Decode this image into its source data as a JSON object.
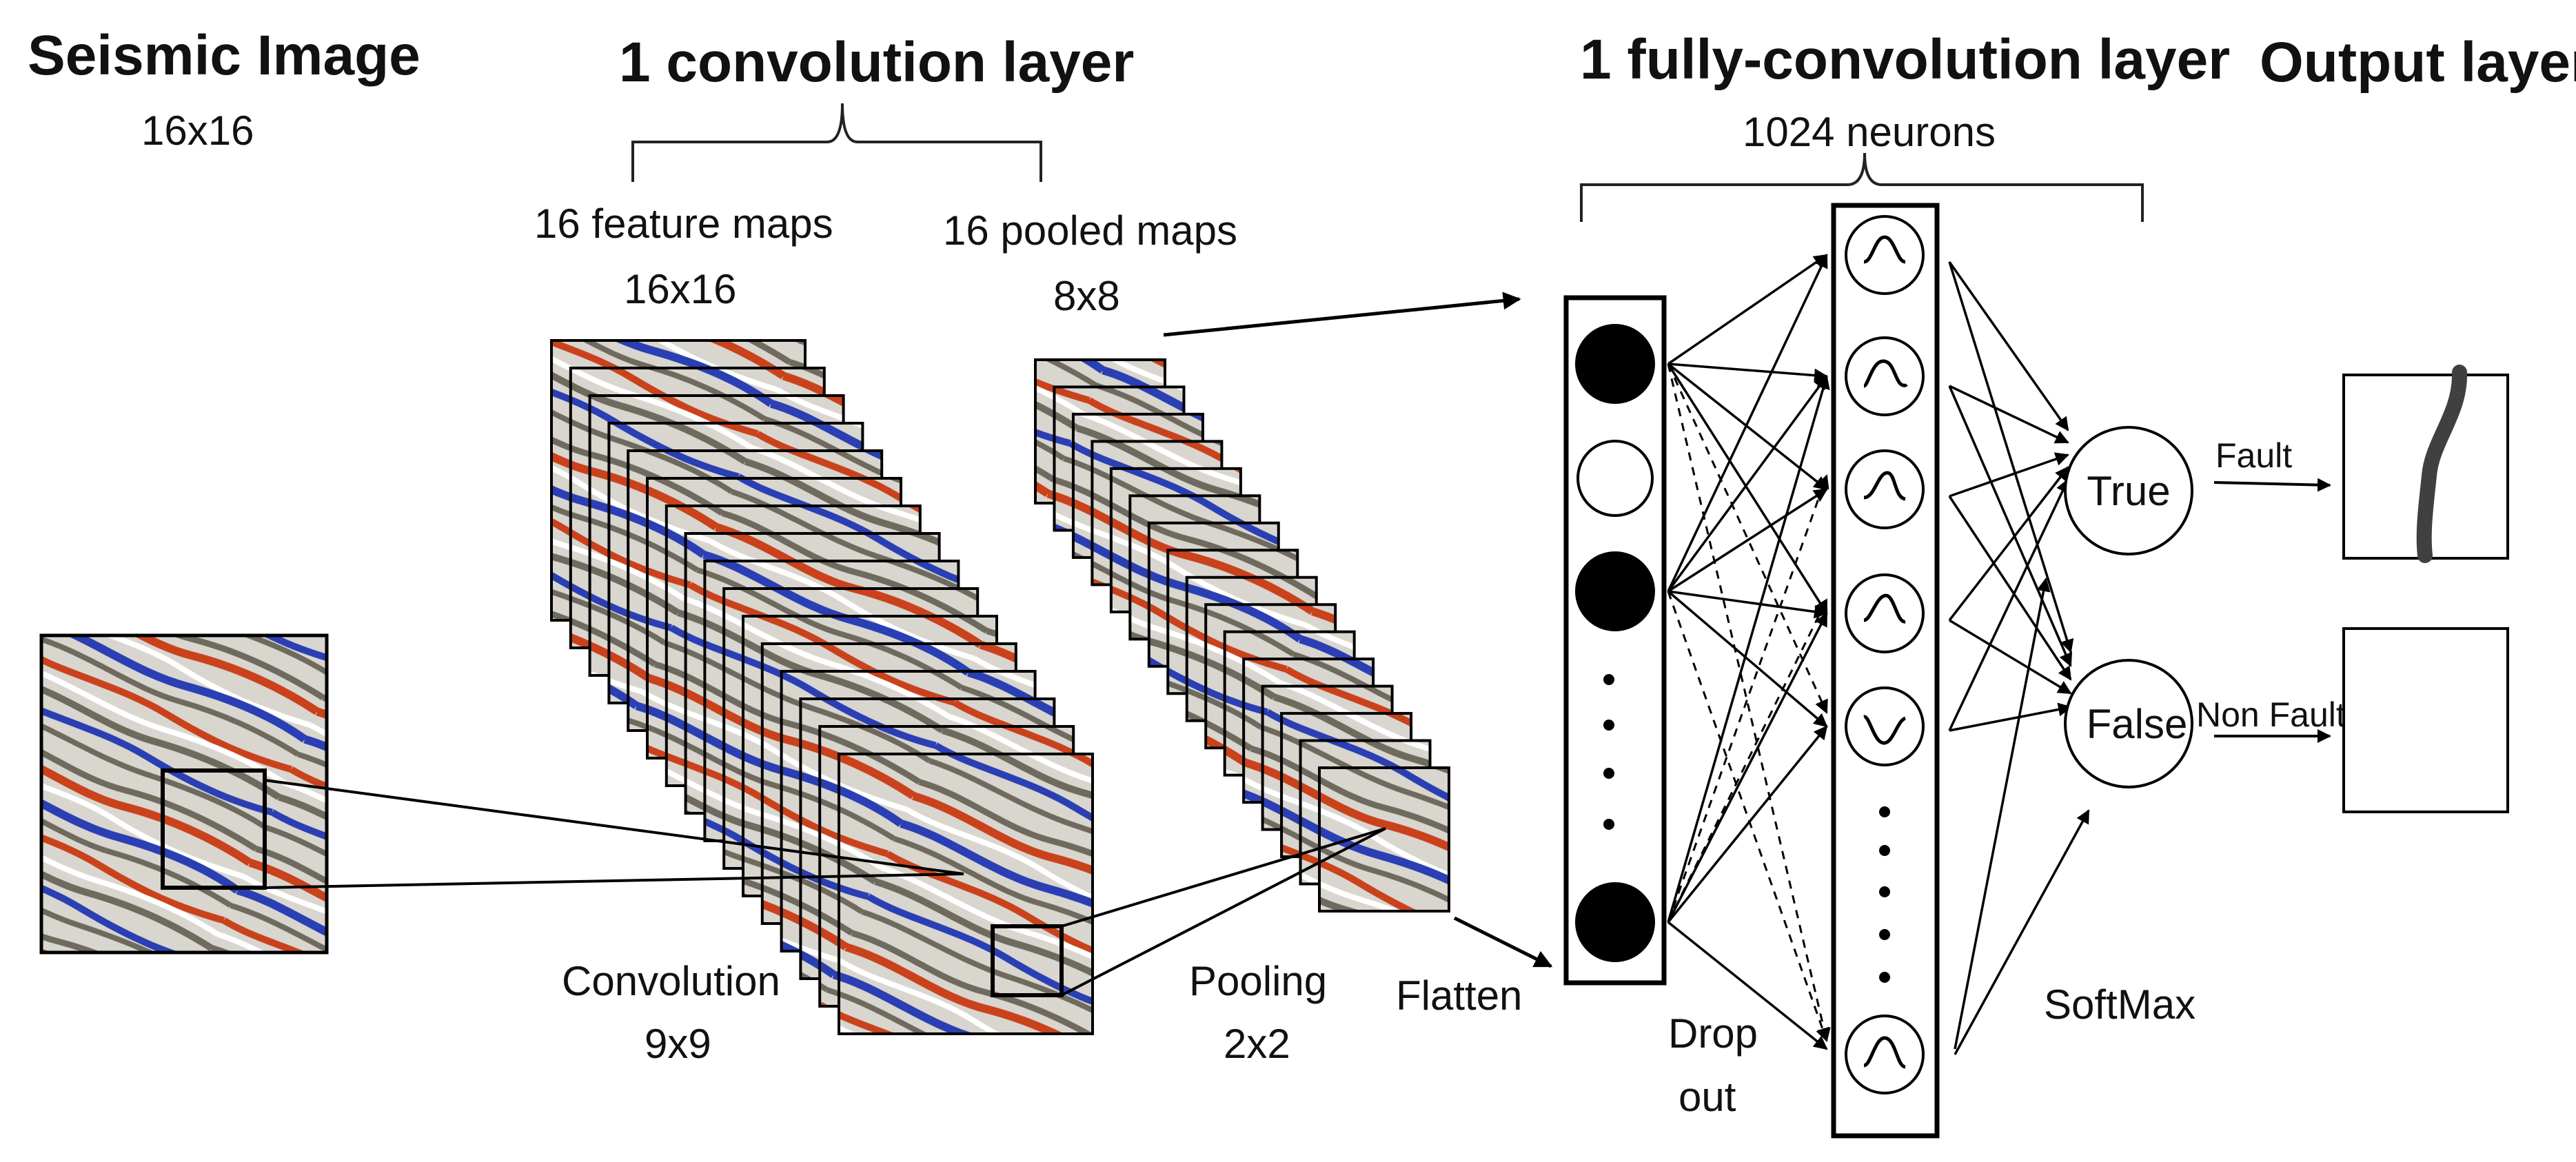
{
  "titles": {
    "input": "Seismic Image",
    "conv": "1 convolution layer",
    "fc": "1 fully-convolution layer",
    "output": "Output layer"
  },
  "labels": {
    "input_size": "16x16",
    "feature_maps": "16 feature maps",
    "feature_maps_size": "16x16",
    "pooled_maps": "16 pooled maps",
    "pooled_maps_size": "8x8",
    "neurons": "1024 neurons",
    "convolution": "Convolution",
    "convolution_size": "9x9",
    "pooling": "Pooling",
    "pooling_size": "2x2",
    "flatten": "Flatten",
    "drop": "Drop",
    "out": "out",
    "softmax": "SoftMax",
    "fault": "Fault",
    "non_fault": "Non Fault"
  },
  "output_nodes": [
    "True",
    "False"
  ],
  "counts": {
    "feature_maps": 16,
    "pooled_maps": 16
  },
  "colors": {
    "seismic_bg": "#d9d6cf",
    "seismic_red": "#c9421c",
    "seismic_blue": "#2a3fb3",
    "seismic_dark": "#6f6a5e",
    "fault_line": "#404040"
  }
}
